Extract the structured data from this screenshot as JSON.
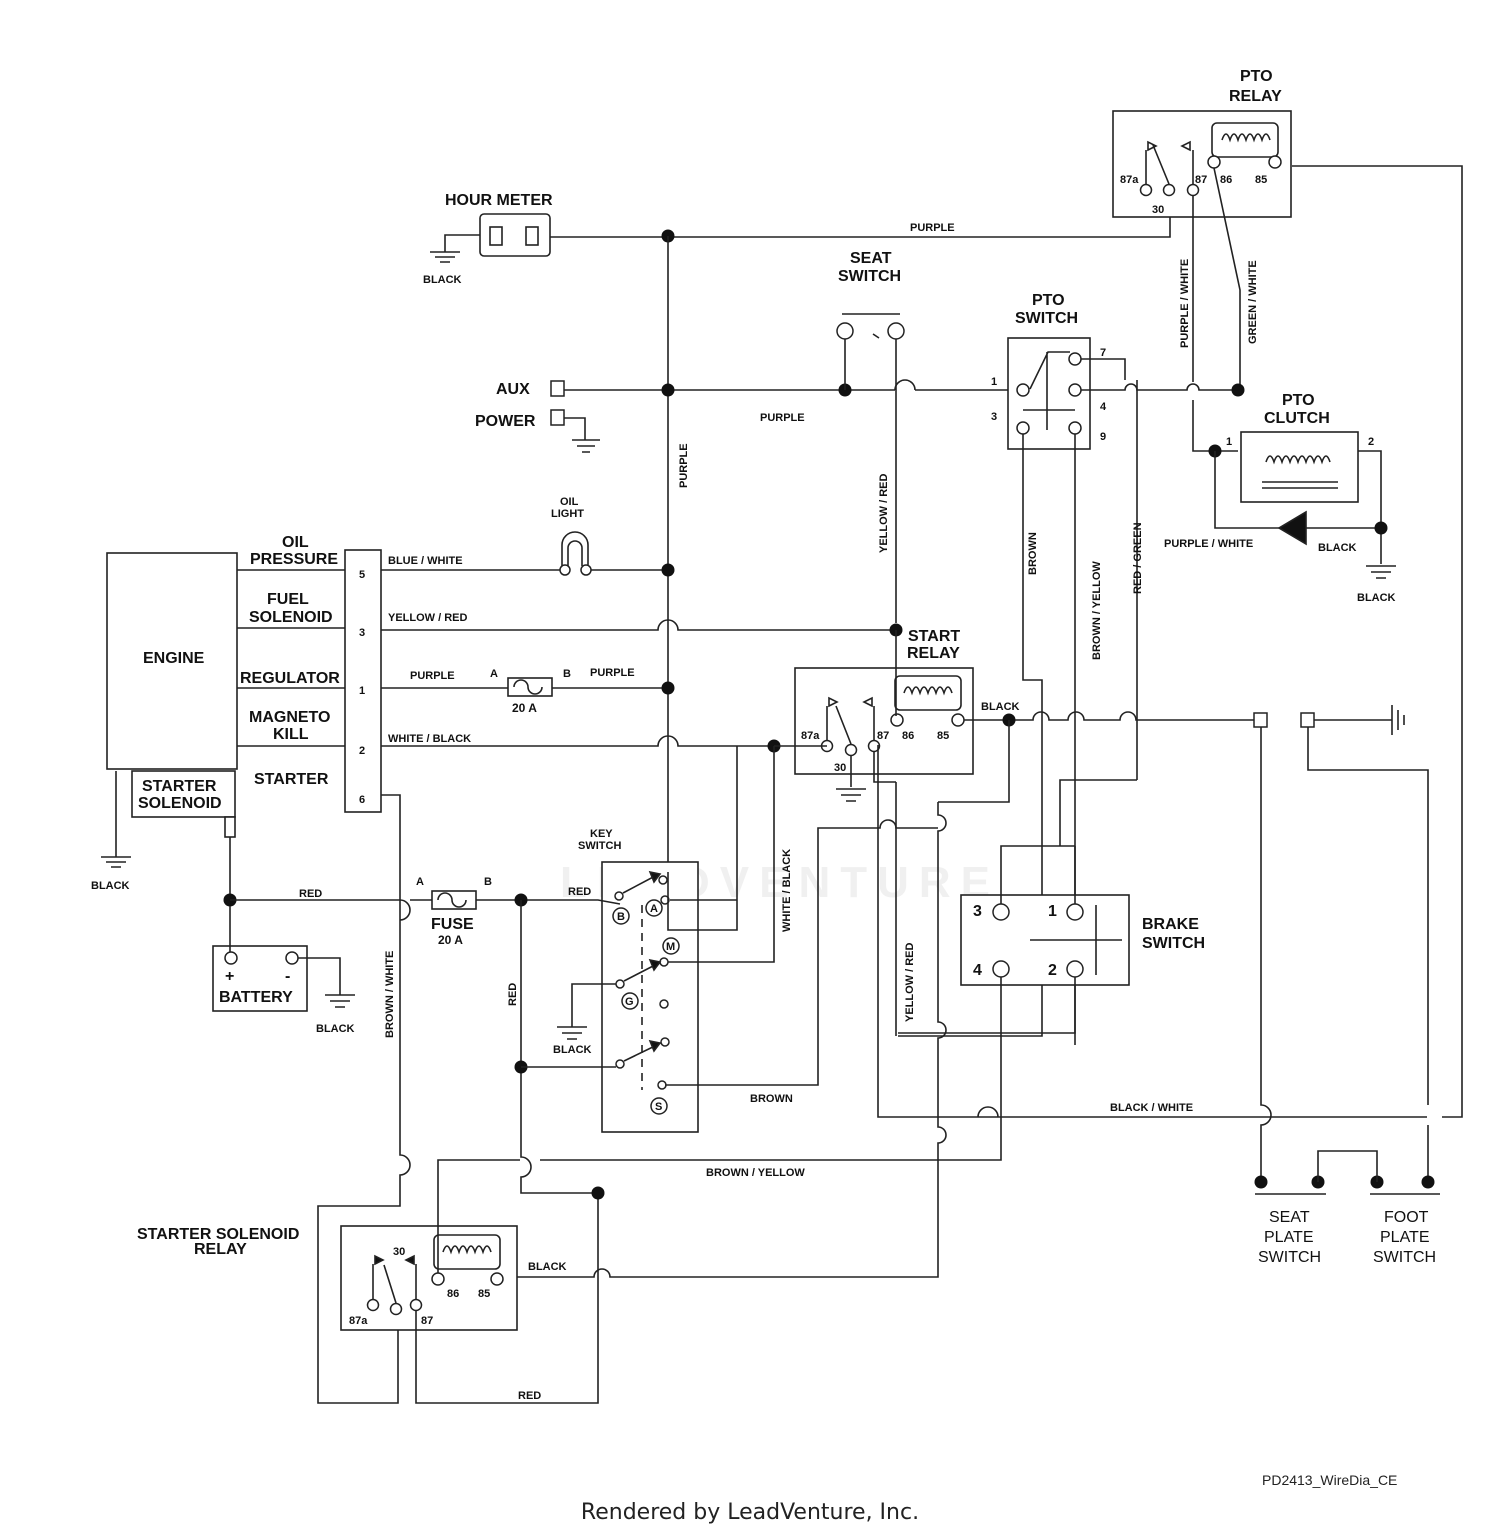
{
  "components": {
    "hour_meter": "HOUR METER",
    "pto_relay": [
      "PTO",
      "RELAY"
    ],
    "seat_switch": [
      "SEAT",
      "SWITCH"
    ],
    "pto_switch": [
      "PTO",
      "SWITCH"
    ],
    "pto_clutch": [
      "PTO",
      "CLUTCH"
    ],
    "aux": "AUX",
    "power": "POWER",
    "oil_light": [
      "OIL",
      "LIGHT"
    ],
    "engine": "ENGINE",
    "oil_pressure": [
      "OIL",
      "PRESSURE"
    ],
    "fuel_solenoid": [
      "FUEL",
      "SOLENOID"
    ],
    "regulator": "REGULATOR",
    "magneto_kill": [
      "MAGNETO",
      "KILL"
    ],
    "starter": "STARTER",
    "starter_solenoid": [
      "STARTER",
      "SOLENOID"
    ],
    "start_relay": [
      "START",
      "RELAY"
    ],
    "key_switch": [
      "KEY",
      "SWITCH"
    ],
    "brake_switch": [
      "BRAKE",
      "SWITCH"
    ],
    "battery": "BATTERY",
    "fuse": "FUSE",
    "fuse_rating": "20 A",
    "inline_fuse_rating": "20 A",
    "starter_solenoid_relay": [
      "STARTER SOLENOID",
      "RELAY"
    ],
    "seat_plate_switch": [
      "SEAT",
      "PLATE",
      "SWITCH"
    ],
    "foot_plate_switch": [
      "FOOT",
      "PLATE",
      "SWITCH"
    ]
  },
  "wires": {
    "black": "BLACK",
    "purple": "PURPLE",
    "purple_white": "PURPLE / WHITE",
    "green_white": "GREEN / WHITE",
    "yellow_red": "YELLOW / RED",
    "blue_white": "BLUE / WHITE",
    "white_black": "WHITE / BLACK",
    "brown": "BROWN",
    "brown_yellow": "BROWN / YELLOW",
    "red_green": "RED / GREEN",
    "red": "RED",
    "brown_white": "BROWN / WHITE",
    "black_white": "BLACK / WHITE"
  },
  "pins": {
    "relay": [
      "87a",
      "30",
      "87",
      "86",
      "85"
    ],
    "pto_switch": [
      "7",
      "1",
      "4",
      "3",
      "9"
    ],
    "engine_connector": [
      "5",
      "3",
      "1",
      "2",
      "6"
    ],
    "pto_clutch": [
      "1",
      "2"
    ],
    "brake_switch": [
      "3",
      "1",
      "4",
      "2"
    ],
    "key_switch": [
      "B",
      "A",
      "M",
      "G",
      "S"
    ],
    "fuse_terminals": [
      "A",
      "B"
    ],
    "battery": [
      "+",
      "-"
    ]
  },
  "footer": "Rendered by LeadVenture, Inc.",
  "diagram_code": "PD2413_WireDia_CE",
  "watermark": "LEADVENTURE"
}
